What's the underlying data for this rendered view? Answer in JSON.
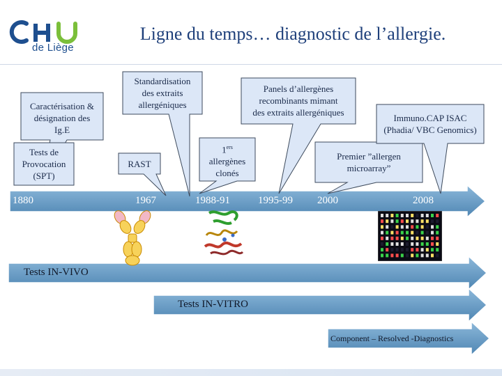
{
  "header": {
    "logo_text": "CHU",
    "logo_sub": "de Liège",
    "title": "Ligne du temps… diagnostic de l’allergie."
  },
  "callouts": {
    "ige": [
      "Caractérisation &",
      "désignation des",
      "Ig.E"
    ],
    "spt": [
      "Tests de",
      "Provocation",
      "(SPT)"
    ],
    "standard": [
      "Standardisation",
      "des extraits",
      "allergéniques"
    ],
    "rast": [
      "RAST"
    ],
    "panels": [
      "Panels d’allergènes",
      "recombinants mimant",
      "des extraits allergéniques"
    ],
    "clones_sup": "ers",
    "clones": [
      "1",
      "allergènes",
      "clonés"
    ],
    "microarray": [
      "Premier ”allergen",
      "microarray”"
    ],
    "isac": [
      "Immuno.CAP ISAC",
      "(Phadia/ VBC Genomics)"
    ]
  },
  "timeline": {
    "years": [
      "1880",
      "1967",
      "1988-91",
      "1995-99",
      "2000",
      "2008"
    ]
  },
  "bands": {
    "in_vivo": "Tests IN-VIVO",
    "in_vitro": "Tests IN-VITRO",
    "crd": "Component – Resolved -Diagnostics"
  },
  "colors": {
    "callout_fill": "#dce7f7",
    "callout_stroke": "#3d4a5c",
    "arrow_fill": "#6a9fc6",
    "arrow_stroke": "#ffffff",
    "title": "#1e3f7a",
    "logo_blue": "#1e4f8f",
    "logo_green": "#7bbf3a"
  }
}
